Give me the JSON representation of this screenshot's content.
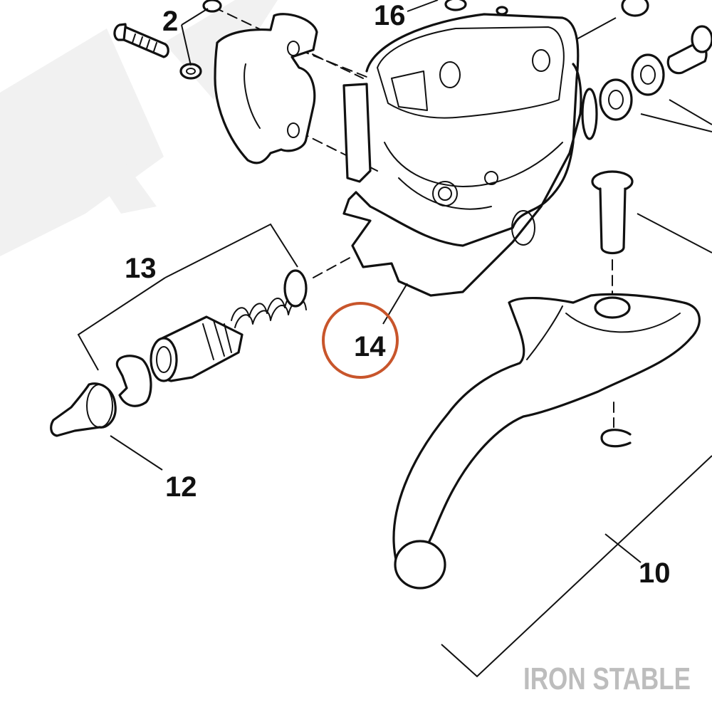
{
  "callouts": {
    "c2": "2",
    "c16": "16",
    "c13": "13",
    "c14": "14",
    "c12": "12",
    "c10": "10"
  },
  "highlight_color": "#c8552b",
  "watermark": {
    "brand": "IRON STABLE"
  }
}
